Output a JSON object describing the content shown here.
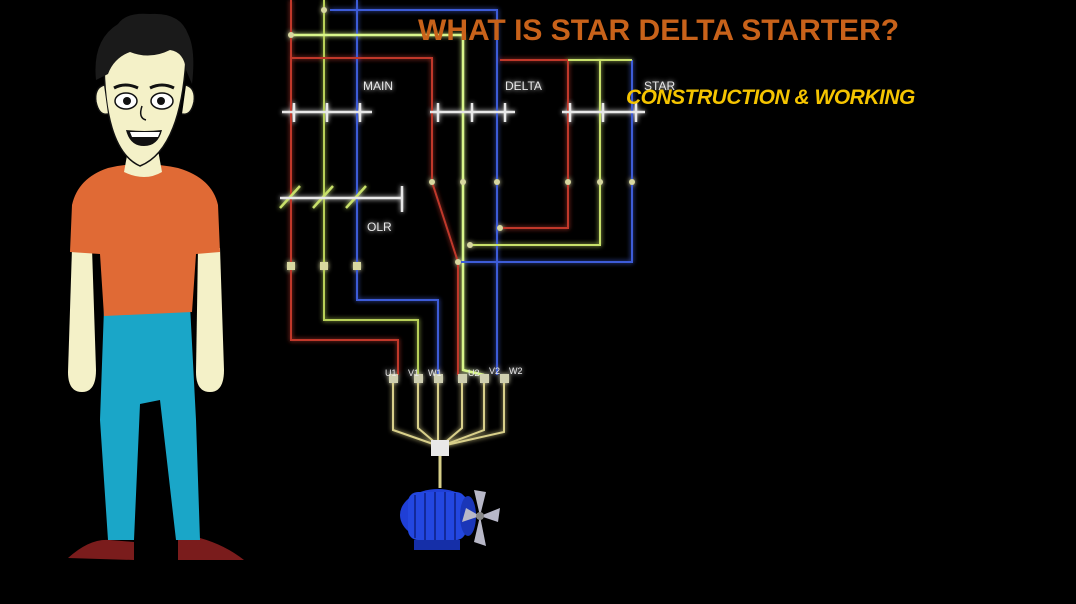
{
  "header": {
    "title": "WHAT IS STAR DELTA STARTER?",
    "subtitle": "CONSTRUCTION & WORKING"
  },
  "diagram": {
    "contactor_labels": [
      "MAIN",
      "DELTA",
      "STAR"
    ],
    "relay_label": "OLR",
    "terminal_labels": [
      "U1",
      "V1",
      "W1",
      "U2",
      "V2",
      "W2"
    ]
  },
  "colors": {
    "background": "#000000",
    "title": "#c8621a",
    "subtitle": "#f5c400",
    "wire_red": "#c0392b",
    "wire_yellow_green": "#c8e06a",
    "wire_blue": "#3d5bd8",
    "wire_bright_green": "#d8f58a",
    "motor": "#1f3fd6",
    "shirt": "#e06a35",
    "pants": "#1aa6c8",
    "skin": "#f4f1c8"
  }
}
